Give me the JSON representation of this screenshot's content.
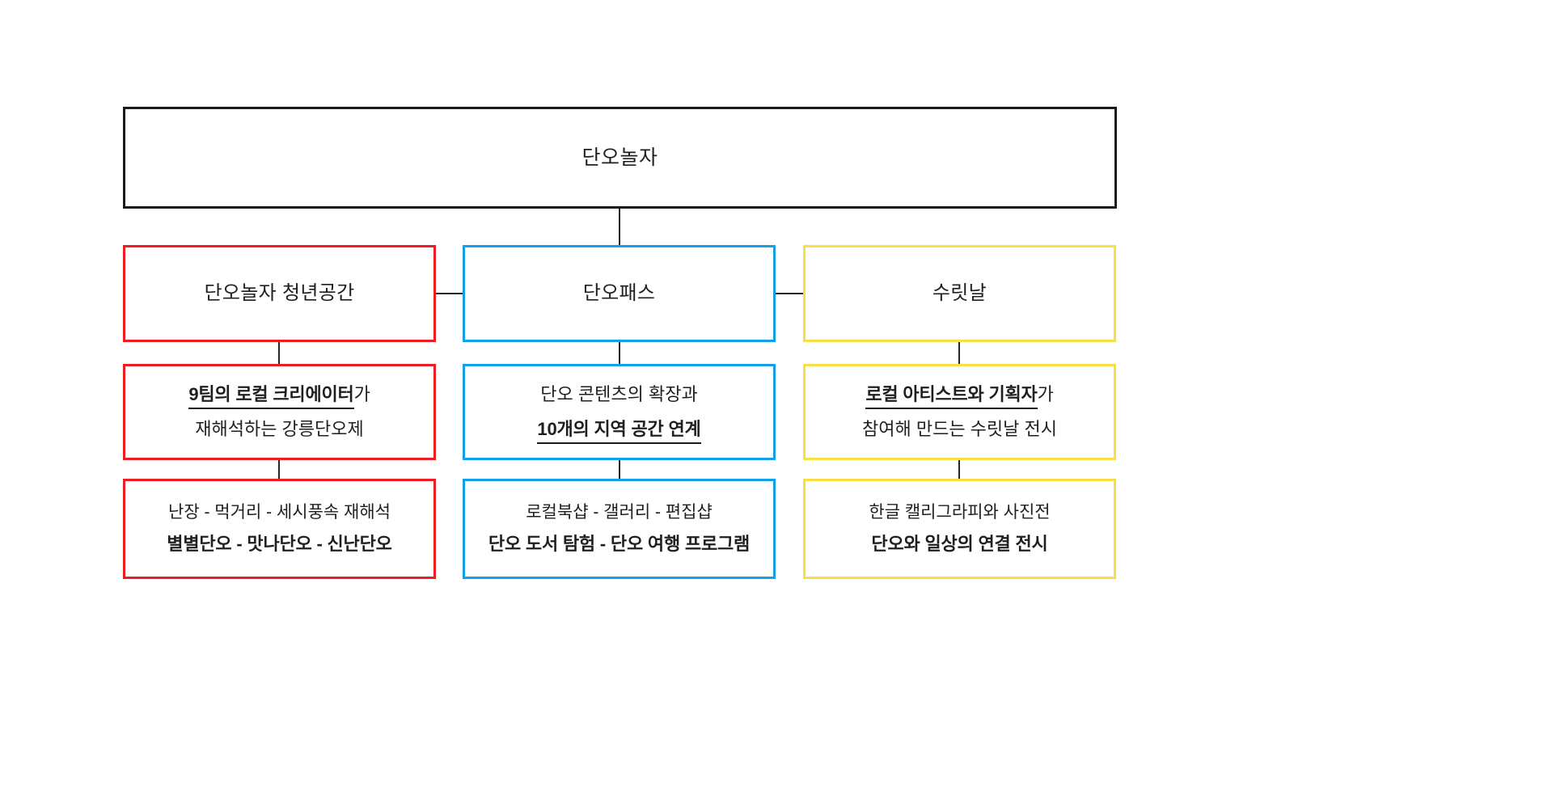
{
  "diagram": {
    "title": "단오놀자",
    "root": {
      "label": "단오놀자",
      "border_color": "#1a1a1a"
    },
    "columns": [
      {
        "key": "youth-space",
        "accent": "#ef1c23",
        "header": "단오놀자 청년공간",
        "detail": {
          "line1_emphasis": "9팀의 로컬 크리에이터",
          "line1_tail": "가",
          "line2": "재해석하는 강릉단오제"
        },
        "programs": {
          "line1": "난장 - 먹거리 - 세시풍속 재해석",
          "line2": "별별단오 - 맛나단오 - 신난단오"
        }
      },
      {
        "key": "danopass",
        "accent": "#14a0e8",
        "header": "단오패스",
        "detail": {
          "line1": "단오 콘텐츠의 확장과",
          "line2_emphasis": "10개의 지역 공간 연계"
        },
        "programs": {
          "line1": "로컬북샵 - 갤러리 - 편집샵",
          "line2": "단오 도서 탐험 - 단오 여행 프로그램"
        }
      },
      {
        "key": "suritnal",
        "accent": "#fadf44",
        "header": "수릿날",
        "detail": {
          "line1_emphasis": "로컬 아티스트와 기획자",
          "line1_tail": "가",
          "line2": "참여해 만드는 수릿날 전시"
        },
        "programs": {
          "line1": "한글 캘리그라피와 사진전",
          "line2": "단오와 일상의 연결 전시"
        }
      }
    ]
  }
}
